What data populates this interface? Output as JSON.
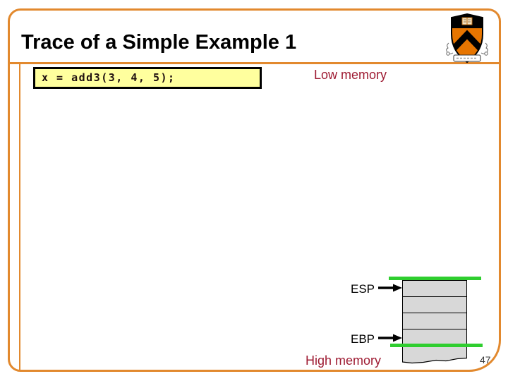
{
  "slide": {
    "title": "Trace of a Simple Example 1",
    "page_number": "47",
    "code_line": "x = add3(3, 4, 5);",
    "memory_labels": {
      "low": "Low memory",
      "high": "High memory"
    },
    "registers": {
      "esp": "ESP",
      "ebp": "EBP"
    },
    "stack": {
      "cell_count": 4,
      "esp_points_to_cell": 1,
      "ebp_points_to_cell": 4
    },
    "icons": {
      "logo": "princeton-shield-icon"
    },
    "colors": {
      "accent_orange": "#E2892E",
      "code_background": "#FFFF9E",
      "memory_label_maroon": "#9E1B32",
      "highlight_green": "#2FCE2F",
      "stack_cell_gray": "#D8D8D8",
      "princeton_orange": "#E77500"
    }
  }
}
